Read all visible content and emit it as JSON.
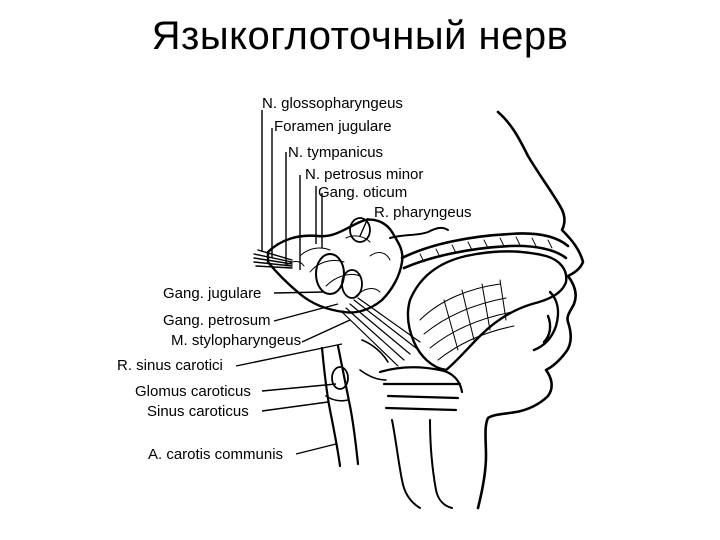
{
  "slide": {
    "title": "Языкоглоточный нерв"
  },
  "diagram": {
    "labels": {
      "n_glossopharyngeus": "N. glossopharyngeus",
      "foramen_jugulare": "Foramen jugulare",
      "n_tympanicus": "N. tympanicus",
      "n_petrosus_minor": "N. petrosus minor",
      "gang_oticum": "Gang. oticum",
      "r_pharyngeus": "R. pharyngeus",
      "gang_jugulare": "Gang. jugulare",
      "gang_petrosum": "Gang. petrosum",
      "m_stylopharyngeus": "M. stylopharyngeus",
      "r_sinus_carotici": "R. sinus carotici",
      "glomus_caroticus": "Glomus caroticus",
      "sinus_caroticus": "Sinus caroticus",
      "a_carotis_communis": "A. carotis communis"
    }
  }
}
